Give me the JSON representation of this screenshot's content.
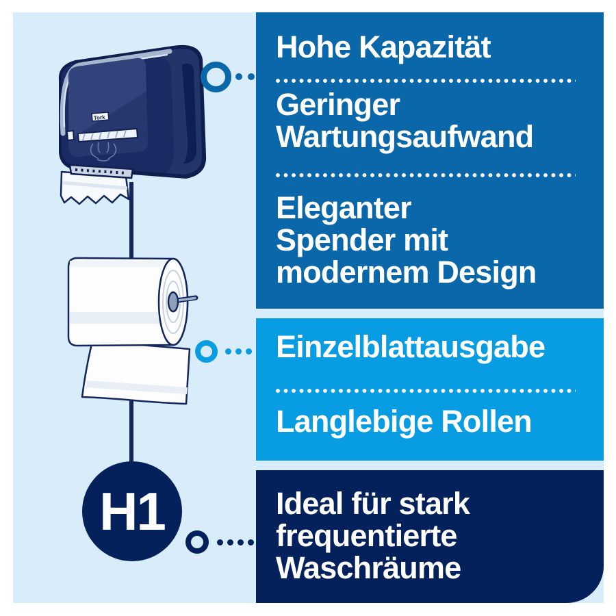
{
  "colors": {
    "canvas_background": "#d8edf9",
    "panel_blue": "#0a67a9",
    "panel_azure": "#089de2",
    "panel_navy": "#04215c",
    "text": "#ffffff",
    "line_navy": "#13265d"
  },
  "badge": {
    "label": "H1"
  },
  "dispenser": {
    "logo": "Tork"
  },
  "panels": {
    "top": {
      "features": [
        {
          "lines": [
            "Hohe Kapazität"
          ]
        },
        {
          "lines": [
            "Geringer",
            "Wartungsaufwand"
          ]
        },
        {
          "lines": [
            "Eleganter",
            "Spender mit",
            "modernem Design"
          ]
        }
      ]
    },
    "middle": {
      "features": [
        {
          "lines": [
            "Einzelblattausgabe"
          ]
        },
        {
          "lines": [
            "Langlebige Rollen"
          ]
        }
      ]
    },
    "bottom": {
      "features": [
        {
          "lines": [
            "Ideal für stark",
            "frequentierte",
            "Waschräume"
          ]
        }
      ]
    }
  }
}
